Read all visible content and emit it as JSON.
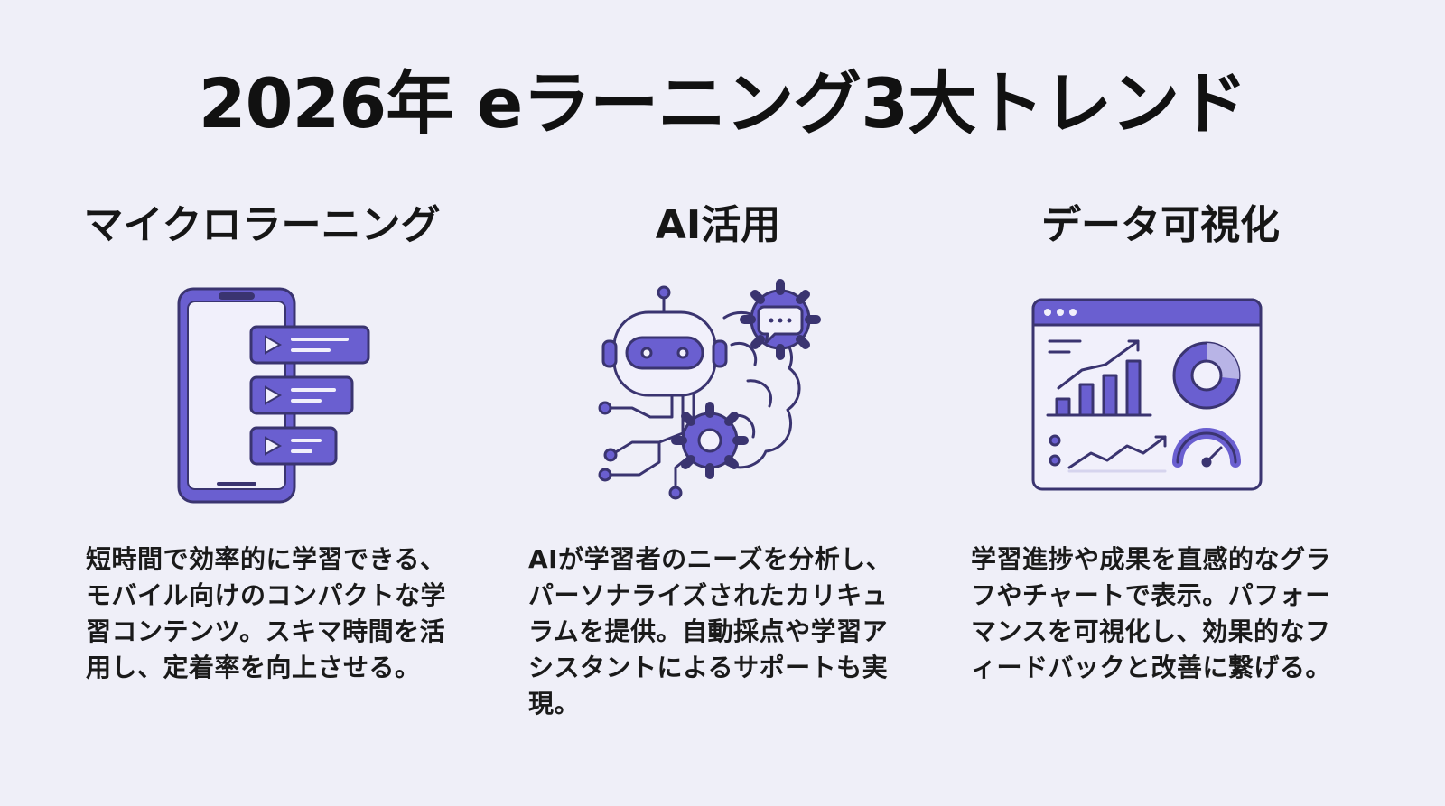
{
  "title": "2026年 eラーニング3大トレンド",
  "colors": {
    "background": "#efeff8",
    "accent": "#6a5fd0",
    "accent_dark": "#3a3470",
    "text": "#141414"
  },
  "columns": [
    {
      "heading": "マイクロラーニング",
      "icon": "smartphone-video-list-icon",
      "body": "短時間で効率的に学習できる、モバイル向けのコンパクトな学習コンテンツ。スキマ時間を活用し、定着率を向上させる。"
    },
    {
      "heading": "AI活用",
      "icon": "robot-brain-gear-icon",
      "body": "AIが学習者のニーズを分析し、パーソナライズされたカリキュラムを提供。自動採点や学習アシスタントによるサポートも実現。"
    },
    {
      "heading": "データ可視化",
      "icon": "analytics-dashboard-icon",
      "body": "学習進捗や成果を直感的なグラフやチャートで表示。パフォーマンスを可視化し、効果的なフィードバックと改善に繋げる。"
    }
  ]
}
